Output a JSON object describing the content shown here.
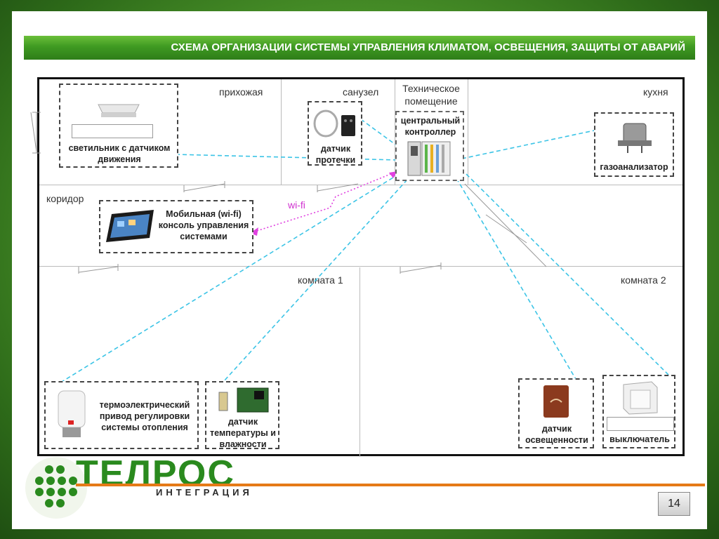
{
  "title": "СХЕМА ОРГАНИЗАЦИИ СИСТЕМЫ УПРАВЛЕНИЯ КЛИМАТОМ, ОСВЕЩЕНИЯ, ЗАЩИТЫ ОТ АВАРИЙ",
  "rooms": {
    "hallway": "прихожая",
    "bathroom": "санузел",
    "technical": "Техническое помещение",
    "kitchen": "кухня",
    "corridor": "коридор",
    "room1": "комната 1",
    "room2": "комната 2"
  },
  "devices": {
    "lamp": "светильник с датчиком движения",
    "leak": "датчик протечки",
    "controller": "центральный контроллер",
    "gas": "газоанализатор",
    "console": "Мобильная (wi-fi) консоль управления системами",
    "wifi": "wi-fi",
    "thermo": "термоэлектрический привод регулировки системы отопления",
    "temp": "датчик температуры и влажности",
    "light": "датчик освещенности",
    "switch": "выключатель"
  },
  "brand": {
    "name": "ТЕЛРОС",
    "sub": "ИНТЕГРАЦИЯ"
  },
  "page_number": "14",
  "colors": {
    "title_bar": "#3f9a22",
    "link_line": "#3cc4e6",
    "wifi_line": "#e040e0",
    "brand": "#2a8a1e",
    "accent": "#e57a17"
  }
}
